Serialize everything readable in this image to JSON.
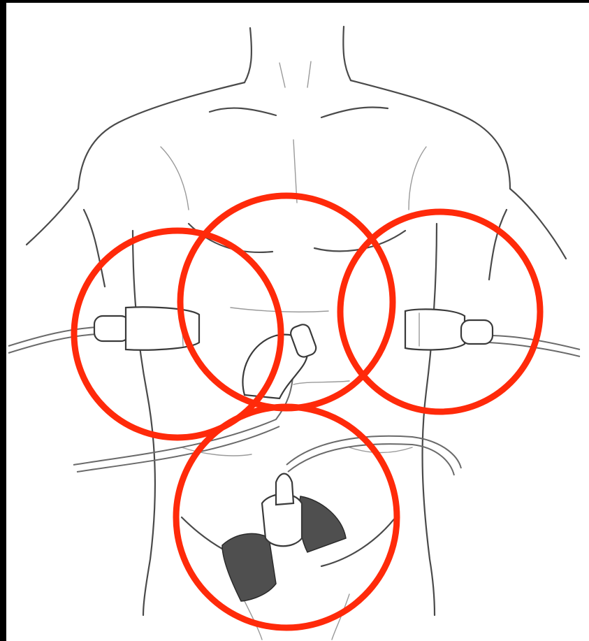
{
  "figure": {
    "colors": {
      "ring": "#ff2a0a",
      "background": "#ffffff",
      "line_art": "#4a4a4a",
      "edge": "#000000"
    },
    "icons": {
      "probe": "ultrasound-probe-icon",
      "shading": "pelvic-shading"
    },
    "rings": [
      {
        "name": "right-upper-quadrant"
      },
      {
        "name": "subxiphoid"
      },
      {
        "name": "left-upper-quadrant"
      },
      {
        "name": "pelvic"
      }
    ]
  }
}
